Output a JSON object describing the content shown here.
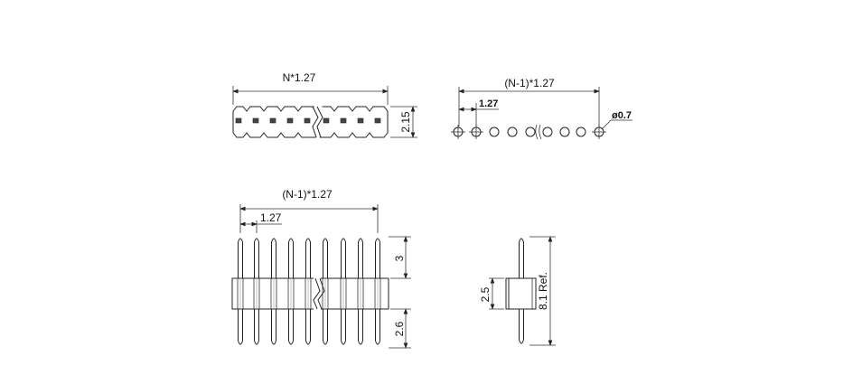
{
  "top_view": {
    "width_label": "N*1.27",
    "height_label": "2.15"
  },
  "hole_pattern": {
    "span_label": "(N-1)*1.27",
    "pitch_label": "1.27",
    "hole_label": "ø0.7"
  },
  "front_view": {
    "span_label": "(N-1)*1.27",
    "pitch_label": "1.27",
    "upper_pin_label": "3",
    "lower_pin_label": "2.6"
  },
  "side_view": {
    "body_label": "2.5",
    "total_label": "8.1 Ref."
  }
}
